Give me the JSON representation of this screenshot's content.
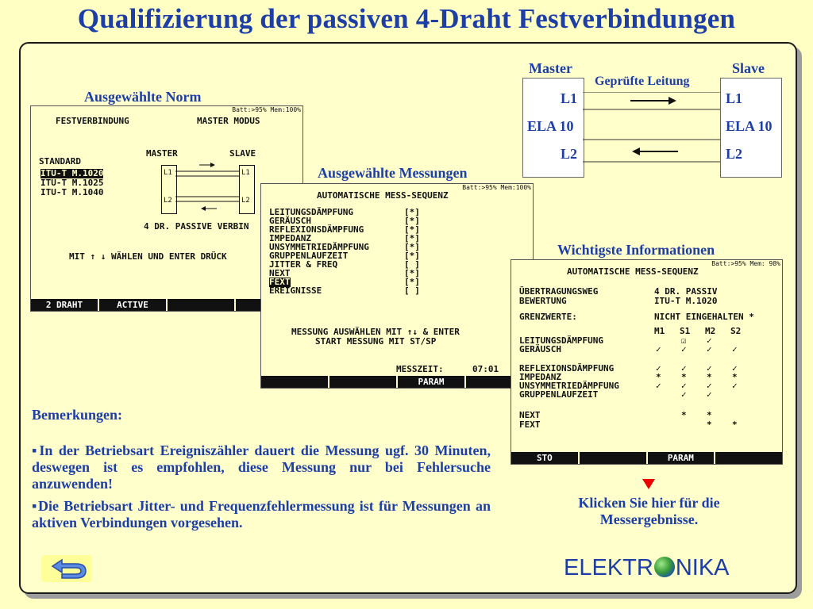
{
  "title": "Qualifizierung der passiven 4-Draht Festverbindungen",
  "labels": {
    "norm": "Ausgewählte Norm",
    "messungen": "Ausgewählte Messungen",
    "informationen": "Wichtigste Informationen",
    "link_text_1": "Klicken Sie hier für die",
    "link_text_2": "Messergebnisse."
  },
  "diagram": {
    "master": "Master",
    "slave": "Slave",
    "link": "Geprüfte Leitung",
    "left_rows": [
      "L1",
      "ELA 10",
      "L2"
    ],
    "right_rows": [
      "L1",
      "ELA 10",
      "L2"
    ]
  },
  "screen1": {
    "batt": "Batt:>95% Mem:100%",
    "header_left": "FESTVERBINDUNG",
    "header_right": "MASTER MODUS",
    "col_master": "MASTER",
    "col_slave": "SLAVE",
    "standard": "STANDARD",
    "norms": [
      "ITU-T M.1020",
      "ITU-T M.1025",
      "ITU-T M.1040"
    ],
    "l1": "L1",
    "l2": "L2",
    "desc": "4 DR. PASSIVE VERBIN",
    "hint": "MIT ↑ ↓ WÄHLEN UND ENTER DRÜCK",
    "fkeys": [
      "2 DRAHT",
      "ACTIVE",
      "",
      ""
    ]
  },
  "screen2": {
    "batt": "Batt:>95% Mem:100%",
    "header": "AUTOMATISCHE MESS-SEQUENZ",
    "items": [
      {
        "name": "LEITUNGSDÄMPFUNG",
        "mark": "[*]"
      },
      {
        "name": "GERÄUSCH",
        "mark": "[*]"
      },
      {
        "name": "REFLEXIONSDÄMPFUNG",
        "mark": "[*]"
      },
      {
        "name": "IMPEDANZ",
        "mark": "[*]"
      },
      {
        "name": "UNSYMMETRIEDÄMPFUNG",
        "mark": "[*]"
      },
      {
        "name": "GRUPPENLAUFZEIT",
        "mark": "[*]"
      },
      {
        "name": "JITTER & FREQ",
        "mark": "[ ]"
      },
      {
        "name": "NEXT",
        "mark": "[*]"
      },
      {
        "name": "FEXT",
        "mark": "[*]"
      },
      {
        "name": "EREIGNISSE",
        "mark": "[ ]"
      }
    ],
    "line1": "MESSUNG AUSWÄHLEN MIT ↑↓ & ENTER",
    "line2": "START MESSUNG MIT ST/SP",
    "messzeit_label": "MESSZEIT:",
    "messzeit_value": "07:01",
    "fkeys": [
      "",
      "",
      "PARAM",
      ""
    ]
  },
  "screen3": {
    "batt": "Batt:>95% Mem: 98%",
    "header": "AUTOMATISCHE MESS-SEQUENZ",
    "info": [
      {
        "k": "ÜBERTRAGUNGSWEG",
        "v": "4 DR. PASSIV"
      },
      {
        "k": "BEWERTUNG",
        "v": "ITU-T M.1020"
      },
      {
        "k": "GRENZWERTE:",
        "v": "NICHT EINGEHALTEN *"
      }
    ],
    "cols": [
      "M1",
      "S1",
      "M2",
      "S2"
    ],
    "rows": [
      {
        "name": "LEITUNGSDÄMPFUNG",
        "vals": [
          "",
          "☑",
          "✓",
          ""
        ]
      },
      {
        "name": "GERÄUSCH",
        "vals": [
          "✓",
          "✓",
          "✓",
          "✓"
        ]
      },
      {
        "name": "REFLEXIONSDÄMPFUNG",
        "vals": [
          "✓",
          "✓",
          "✓",
          "✓"
        ]
      },
      {
        "name": "IMPEDANZ",
        "vals": [
          "*",
          "*",
          "*",
          "*"
        ]
      },
      {
        "name": "UNSYMMETRIEDÄMPFUNG",
        "vals": [
          "✓",
          "✓",
          "✓",
          "✓"
        ]
      },
      {
        "name": "GRUPPENLAUFZEIT",
        "vals": [
          "",
          "✓",
          "✓",
          ""
        ]
      },
      {
        "name": "NEXT",
        "vals": [
          "",
          "*",
          "*",
          ""
        ]
      },
      {
        "name": "FEXT",
        "vals": [
          "",
          "",
          "*",
          "*"
        ]
      }
    ],
    "fkeys": [
      "STO",
      "",
      "PARAM",
      ""
    ]
  },
  "remarks": {
    "heading": "Bemerkungen:",
    "p1": "▪In der Betriebsart Ereigniszähler dauert die Messung ugf. 30 Minuten, deswegen ist es empfohlen, diese Messung nur bei Fehlersuche anzuwenden!",
    "p2": "▪Die Betriebsart Jitter- und Frequenzfehlermessung ist für Messungen an aktiven Verbindungen vorgesehen."
  },
  "logo": {
    "left": "ELEKTR",
    "right": "NIKA"
  },
  "colors": {
    "accent": "#1d3ea6",
    "background": "#ffffcc",
    "lcd": "#111111"
  }
}
